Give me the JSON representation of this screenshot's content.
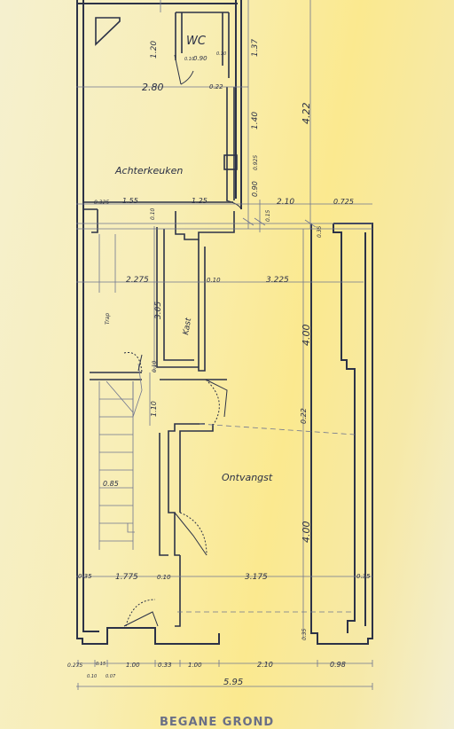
{
  "title": "BEGANE GROND",
  "rooms": {
    "wc": "WC",
    "achterkeuken": "Achterkeuken",
    "ontvangst": "Ontvangst",
    "kast": "Kast",
    "trap": "Trap"
  },
  "dimensions": {
    "d_120": "1.20",
    "d_090_wc": "0.90",
    "d_010_wc_a": "0.10",
    "d_010_wc_b": "0.10",
    "d_137": "1.37",
    "d_280": "2.80",
    "d_022_top": "0.22",
    "d_422": "4.22",
    "d_140": "1.40",
    "d_0925": "0.925",
    "d_090_side": "0.90",
    "d_0325": "0.325",
    "d_155": "1.55",
    "d_010_mid": "0.10",
    "d_125": "1.25",
    "d_015": "0.15",
    "d_210_top": "2.10",
    "d_0725": "0.725",
    "d_035_tr": "0.35",
    "d_2275": "2.275",
    "d_010_wall": "0.10",
    "d_3225": "3.225",
    "d_305": "3.05",
    "d_400_upper": "4.00",
    "d_010_corr": "0.10",
    "d_110": "1.10",
    "d_022_mid": "0.22",
    "d_085": "0.85",
    "d_400_lower": "4.00",
    "d_035_left": "0.35",
    "d_1775": "1.775",
    "d_010_low": "0.10",
    "d_3175": "3.175",
    "d_035_right": "0.35",
    "d_035_br": "0.35",
    "b_0275": "0.275",
    "b_010": "0.10",
    "b_015": "0.15",
    "b_007": "0.07",
    "b_100a": "1.00",
    "b_033": "0.33",
    "b_100b": "1.00",
    "b_210": "2.10",
    "b_098": "0.98",
    "b_595": "5.95"
  }
}
